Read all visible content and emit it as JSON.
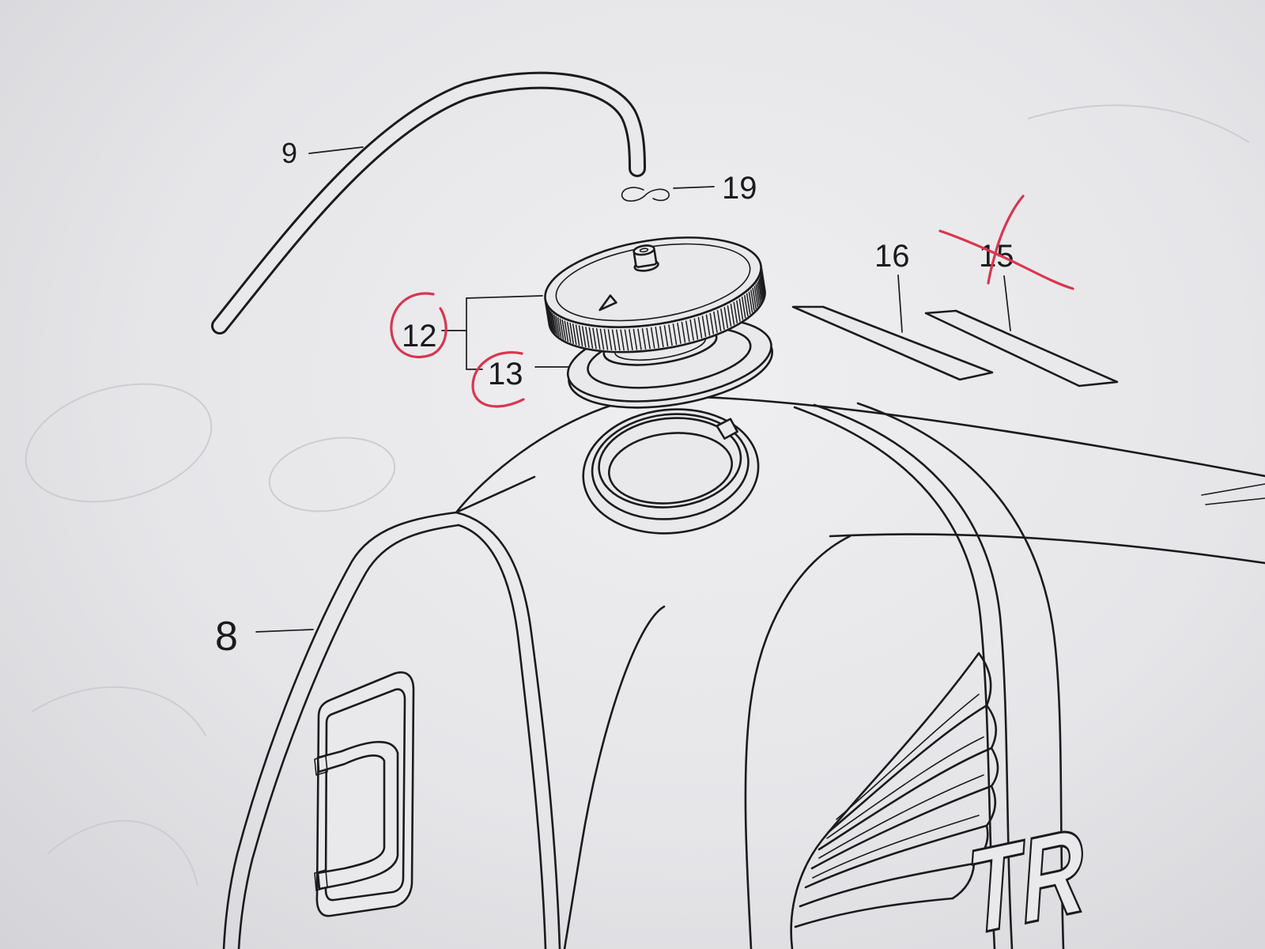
{
  "colors": {
    "paper": "#e9e9eb",
    "ink": "#1b1b1d",
    "red_pen": "#d9364f"
  },
  "callouts": [
    {
      "label": "9",
      "red_circle": false,
      "red_cross": false
    },
    {
      "label": "19",
      "red_circle": false,
      "red_cross": false
    },
    {
      "label": "12",
      "red_circle": true,
      "red_cross": false
    },
    {
      "label": "13",
      "red_circle": true,
      "red_cross": false
    },
    {
      "label": "16",
      "red_circle": false,
      "red_cross": false
    },
    {
      "label": "15",
      "red_circle": false,
      "red_cross": true
    },
    {
      "label": "8",
      "red_circle": false,
      "red_cross": false
    }
  ],
  "tank_emblem": {
    "lettering": "TR"
  }
}
